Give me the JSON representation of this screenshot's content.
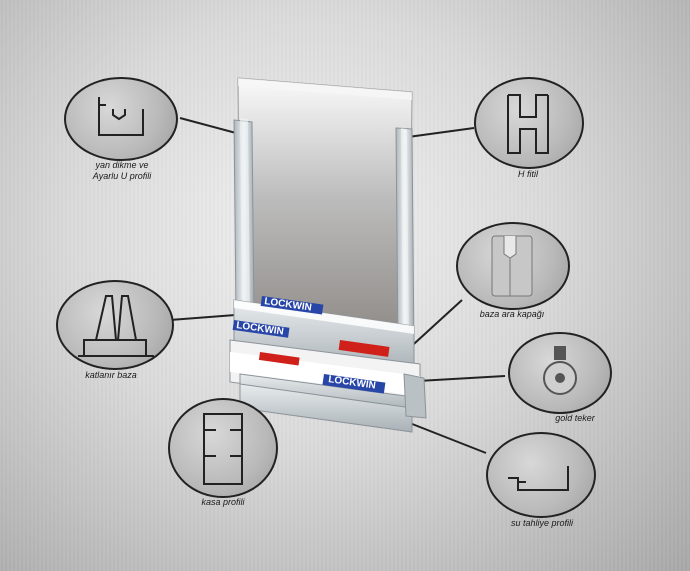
{
  "labels": {
    "yan_dikme_line1": "yan dikme ve",
    "yan_dikme_line2": "Ayarlu U profili",
    "h_fitil": "H fitil",
    "baza_ara_kapagi": "baza ara kapağı",
    "katlanir_baza": "katlanır baza",
    "gold_teker": "gold teker",
    "kasa_profili": "kasa profili",
    "su_tahliye_profili": "su tahliye profili"
  },
  "brand": {
    "name": "LOCKWIN"
  },
  "colors": {
    "outline": "#222222",
    "brand_red": "#d0201a",
    "brand_blue": "#2846a8",
    "aluminium": "#cfd6da"
  }
}
